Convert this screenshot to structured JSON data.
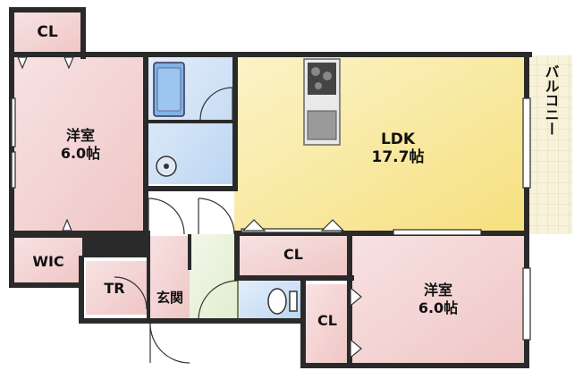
{
  "colors": {
    "wall": "#2a2a2a",
    "pink_room": "#f4d3d3",
    "ldk_yellow": "#f8e89a",
    "bath_blue": "#cfe3f7",
    "hall_green": "#e8f2d8",
    "balcony": "#f6f1d6"
  },
  "rooms": {
    "cl_top": {
      "label": "CL"
    },
    "western_room_1": {
      "label": "洋室",
      "size": "6.0帖"
    },
    "ldk": {
      "label": "LDK",
      "size": "17.7帖"
    },
    "balcony": {
      "label": "バルコニー"
    },
    "wic": {
      "label": "WIC"
    },
    "cl_middle": {
      "label": "CL"
    },
    "tr": {
      "label": "TR"
    },
    "entrance": {
      "label": "玄関"
    },
    "western_room_2": {
      "label": "洋室",
      "size": "6.0帖"
    },
    "cl_bottom": {
      "label": "CL"
    }
  }
}
